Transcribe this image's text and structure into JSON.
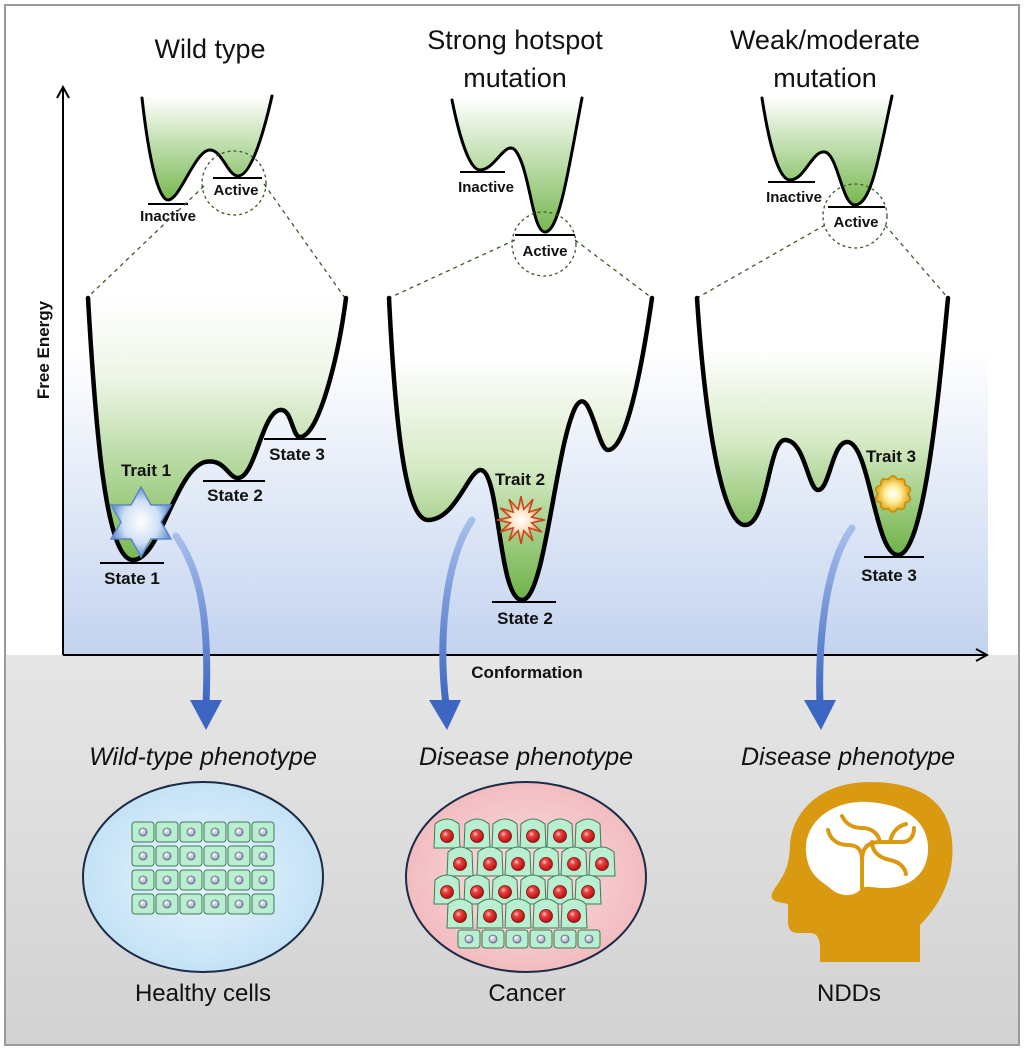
{
  "axes": {
    "y_label": "Free Energy",
    "x_label": "Conformation"
  },
  "panels": [
    {
      "title_lines": [
        "Wild type"
      ],
      "small_labels": [
        "Inactive",
        "Active"
      ],
      "state_labels": [
        "State 1",
        "State 2",
        "State 3"
      ],
      "trait": "Trait 1",
      "phenotype": "Wild-type phenotype",
      "outcome": "Healthy cells"
    },
    {
      "title_lines": [
        "Strong hotspot",
        "mutation"
      ],
      "small_labels": [
        "Inactive",
        "Active"
      ],
      "state_labels": [
        "State 2"
      ],
      "trait": "Trait 2",
      "phenotype": "Disease phenotype",
      "outcome": "Cancer"
    },
    {
      "title_lines": [
        "Weak/moderate",
        "mutation"
      ],
      "small_labels": [
        "Inactive",
        "Active"
      ],
      "state_labels": [
        "State 3"
      ],
      "trait": "Trait 3",
      "phenotype": "Disease phenotype",
      "outcome": "NDDs"
    }
  ],
  "colors": {
    "well_green": "#7fbf5a",
    "plot_bottom_blue": "#c3d3ef",
    "footer_gray": "#dcdcdc",
    "arrow_blue": "#4a74c9",
    "healthy_oval": "#cfe8f8",
    "cancer_oval": "#f6c9cc",
    "cell_green": "#b9eed0",
    "nucleus_red": "#e02828",
    "brain_gold": "#d99a12"
  },
  "icons": [
    "star-of-david-icon",
    "starburst-icon",
    "blob-icon",
    "brain-head-icon"
  ]
}
